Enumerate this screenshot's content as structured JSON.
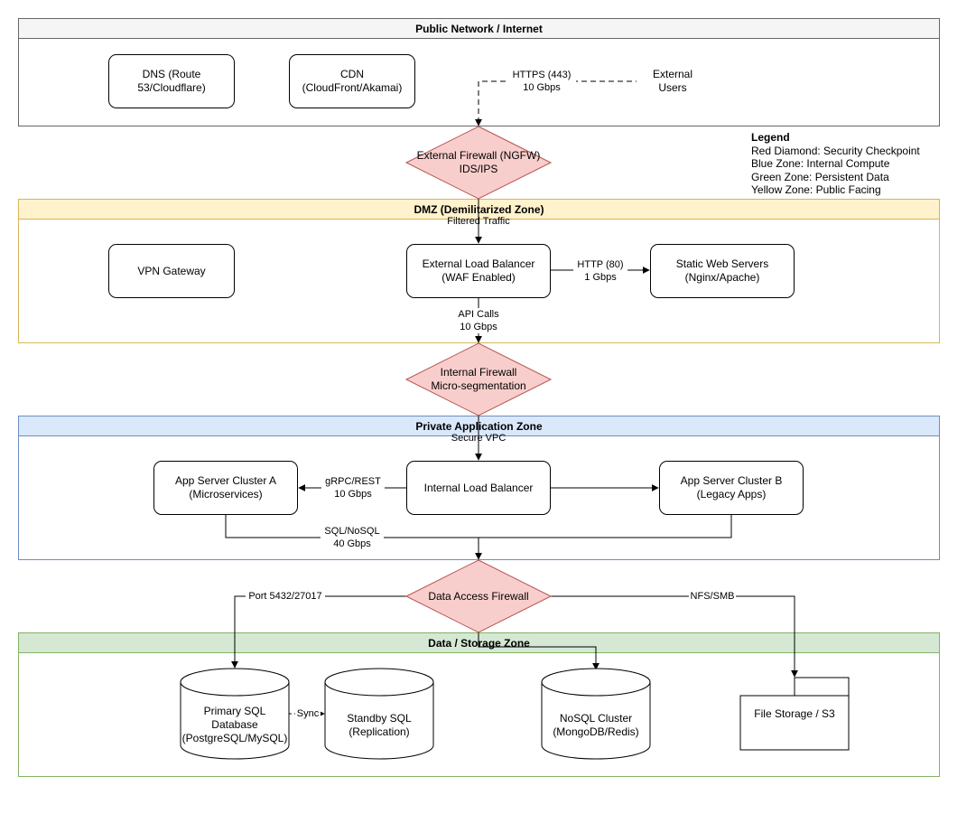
{
  "zones": {
    "public": {
      "title": "Public Network / Internet",
      "border": "#666666",
      "header_bg": "#f5f5f5"
    },
    "dmz": {
      "title": "DMZ (Demilitarized Zone)",
      "border": "#d6b656",
      "header_bg": "#fff2cc"
    },
    "app": {
      "title": "Private Application Zone",
      "border": "#6c8ebf",
      "header_bg": "#dae8fc"
    },
    "data": {
      "title": "Data / Storage Zone",
      "border": "#82b366",
      "header_bg": "#d5e8d4"
    }
  },
  "nodes": {
    "dns": "DNS (Route\n53/Cloudflare)",
    "cdn": "CDN\n(CloudFront/Akamai)",
    "users": "External\nUsers",
    "vpn": "VPN Gateway",
    "elb": "External Load Balancer\n(WAF Enabled)",
    "web": "Static Web Servers\n(Nginx/Apache)",
    "cluster_a": "App Server Cluster A\n(Microservices)",
    "ilb": "Internal Load Balancer",
    "cluster_b": "App Server Cluster B\n(Legacy Apps)",
    "primary_db": "Primary SQL\nDatabase\n(PostgreSQL/MySQL)",
    "standby_db": "Standby SQL\n(Replication)",
    "nosql": "NoSQL Cluster\n(MongoDB/Redis)",
    "storage": "File Storage / S3"
  },
  "firewalls": {
    "external": "External Firewall (NGFW)\nIDS/IPS",
    "internal": "Internal Firewall\nMicro-segmentation",
    "data_access": "Data Access Firewall",
    "fill": "#f8cecc",
    "stroke": "#b85450"
  },
  "edges": {
    "https": "HTTPS (443)\n10 Gbps",
    "filtered": "Filtered Traffic",
    "http": "HTTP (80)\n1 Gbps",
    "api": "API Calls\n10 Gbps",
    "secure_vpc": "Secure VPC",
    "grpc": "gRPC/REST\n10 Gbps",
    "sql": "SQL/NoSQL\n40 Gbps",
    "port": "Port 5432/27017",
    "nfs": "NFS/SMB",
    "sync": "Sync"
  },
  "legend": {
    "title": "Legend",
    "items": [
      "Red Diamond: Security Checkpoint",
      "Blue Zone: Internal Compute",
      "Green Zone: Persistent Data",
      "Yellow Zone: Public Facing"
    ]
  }
}
